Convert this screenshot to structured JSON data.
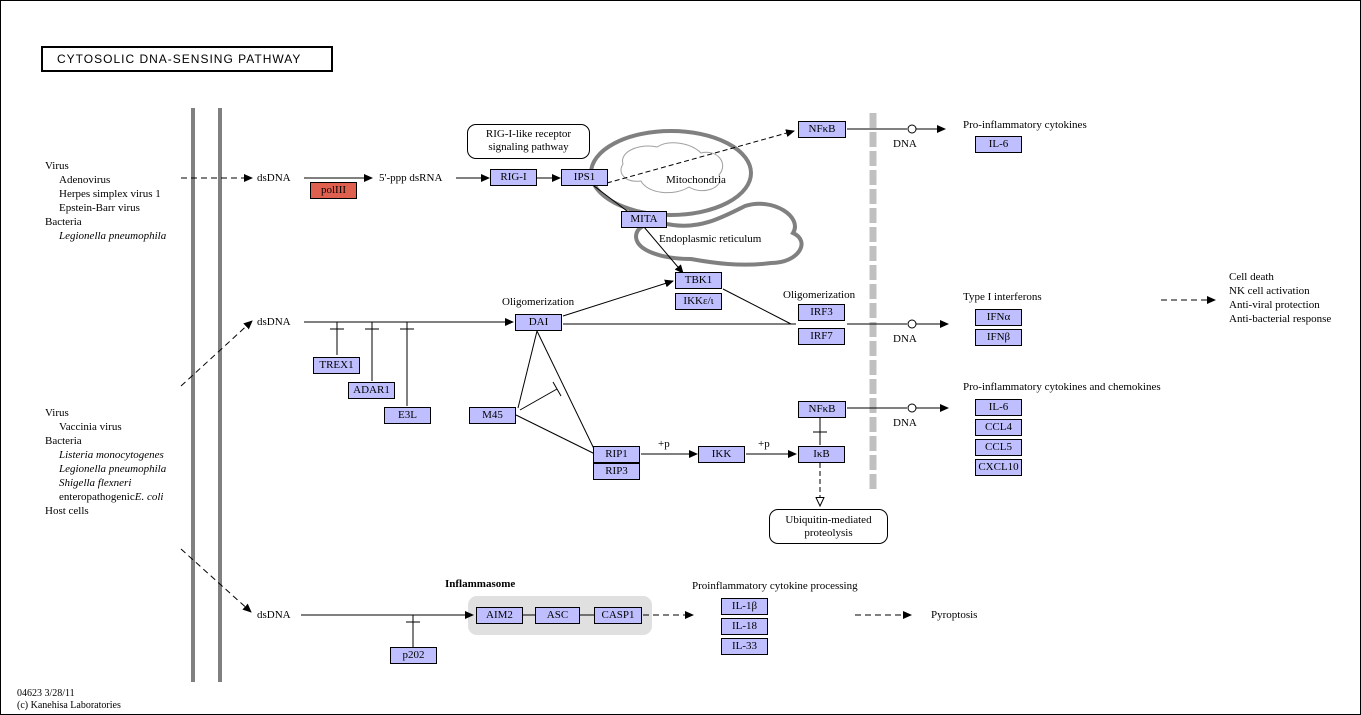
{
  "title": "CYTOSOLIC DNA-SENSING PATHWAY",
  "footer": {
    "id_date": "04623 3/28/11",
    "copyright": "(c) Kanehisa Laboratories"
  },
  "pathogens_top": {
    "virus": "Virus",
    "adenovirus": "Adenovirus",
    "hsv1": "Herpes simplex virus 1",
    "ebv": "Epstein-Barr virus",
    "bacteria": "Bacteria",
    "legionella": "Legionella pneumophila"
  },
  "pathogens_bottom": {
    "virus": "Virus",
    "vaccinia": "Vaccinia virus",
    "bacteria": "Bacteria",
    "listeria": "Listeria monocytogenes",
    "legionella": "Legionella pneumophila",
    "shigella": "Shigella flexneri",
    "ecoli_prefix": "enteropathogenic",
    "ecoli_species": "E. coli",
    "host": "Host cells"
  },
  "labels": {
    "dsdna": "dsDNA",
    "ppp_dsrna": "5'-ppp dsRNA",
    "mitochondria": "Mitochondria",
    "er": "Endoplasmic reticulum",
    "oligomerization": "Oligomerization",
    "dna": "DNA",
    "plus_p": "+p",
    "pro_inflammatory_cytokines": "Pro-inflammatory cytokines",
    "type1_ifn": "Type I interferons",
    "pro_inflammatory_chemokines": "Pro-inflammatory cytokines and chemokines",
    "inflammasome": "Inflammasome",
    "cytokine_processing": "Proinflammatory cytokine processing",
    "pyroptosis": "Pyroptosis",
    "outcomes": [
      "Cell death",
      "NK cell activation",
      "Anti-viral protection",
      "Anti-bacterial response"
    ]
  },
  "maps": {
    "rig_line1": "RIG-I-like receptor",
    "rig_line2": "signaling pathway",
    "ubq_line1": "Ubiquitin-mediated",
    "ubq_line2": "proteolysis"
  },
  "genes": {
    "polIII": "polIII",
    "RIG_I": "RIG-I",
    "IPS1": "IPS1",
    "MITA": "MITA",
    "NFkB_top": "NFκB",
    "IL6_top": "IL-6",
    "TBK1": "TBK1",
    "IKKe": "IKKε/ι",
    "DAI": "DAI",
    "IRF3": "IRF3",
    "IRF7": "IRF7",
    "IFNa": "IFNα",
    "IFNb": "IFNβ",
    "TREX1": "TREX1",
    "ADAR1": "ADAR1",
    "E3L": "E3L",
    "M45": "M45",
    "NFkB_mid": "NFκB",
    "IL6_mid": "IL-6",
    "CCL4": "CCL4",
    "CCL5": "CCL5",
    "CXCL10": "CXCL10",
    "RIP1": "RIP1",
    "RIP3": "RIP3",
    "IKK": "IKK",
    "IkB": "IκB",
    "AIM2": "AIM2",
    "ASC": "ASC",
    "CASP1": "CASP1",
    "p202": "p202",
    "IL1b": "IL-1β",
    "IL18": "IL-18",
    "IL33": "IL-33"
  },
  "colors": {
    "gene_fill": "#bfbfff",
    "gene_highlight": "#e06050",
    "membrane": "#808080",
    "organelle": "#808080",
    "nucleus_dash": "#c0c0c0",
    "inflammasome_bg": "#e0e0e0"
  }
}
